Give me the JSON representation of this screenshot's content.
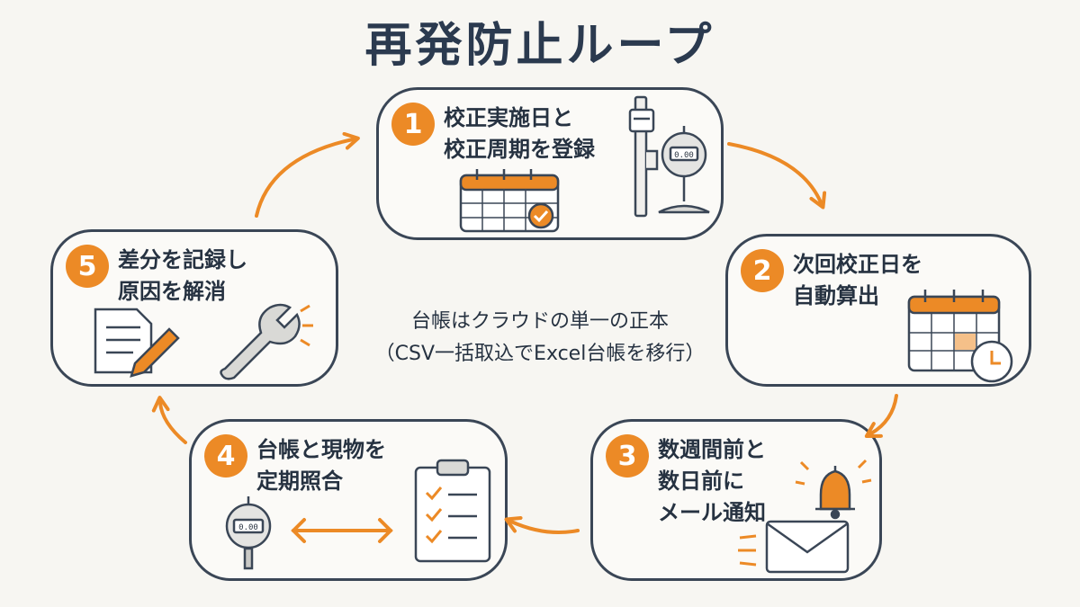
{
  "title": "再発防止ループ",
  "steps": [
    {
      "number": "1",
      "line1": "校正実施日と",
      "line2": "校正周期を登録",
      "line3": ""
    },
    {
      "number": "2",
      "line1": "次回校正日を",
      "line2": "自動算出",
      "line3": ""
    },
    {
      "number": "3",
      "line1": "数週間前と",
      "line2": "数日前に",
      "line3": "メール通知"
    },
    {
      "number": "4",
      "line1": "台帳と現物を",
      "line2": "定期照合",
      "line3": ""
    },
    {
      "number": "5",
      "line1": "差分を記録し",
      "line2": "原因を解消",
      "line3": ""
    }
  ],
  "center": {
    "line1": "台帳はクラウドの単一の正本",
    "line2": "（CSV一括取込でExcel台帳を移行）"
  },
  "gauge_display": "0.00",
  "colors": {
    "accent": "#ec8a26",
    "outline": "#3a4656",
    "background": "#f7f6f2"
  },
  "icons": [
    "calendar-check-icon",
    "caliper-icon",
    "dial-gauge-icon",
    "calendar-clock-icon",
    "bell-icon",
    "envelope-icon",
    "clipboard-checklist-icon",
    "digital-gauge-icon",
    "double-arrow-icon",
    "document-pencil-icon",
    "wrench-icon"
  ]
}
